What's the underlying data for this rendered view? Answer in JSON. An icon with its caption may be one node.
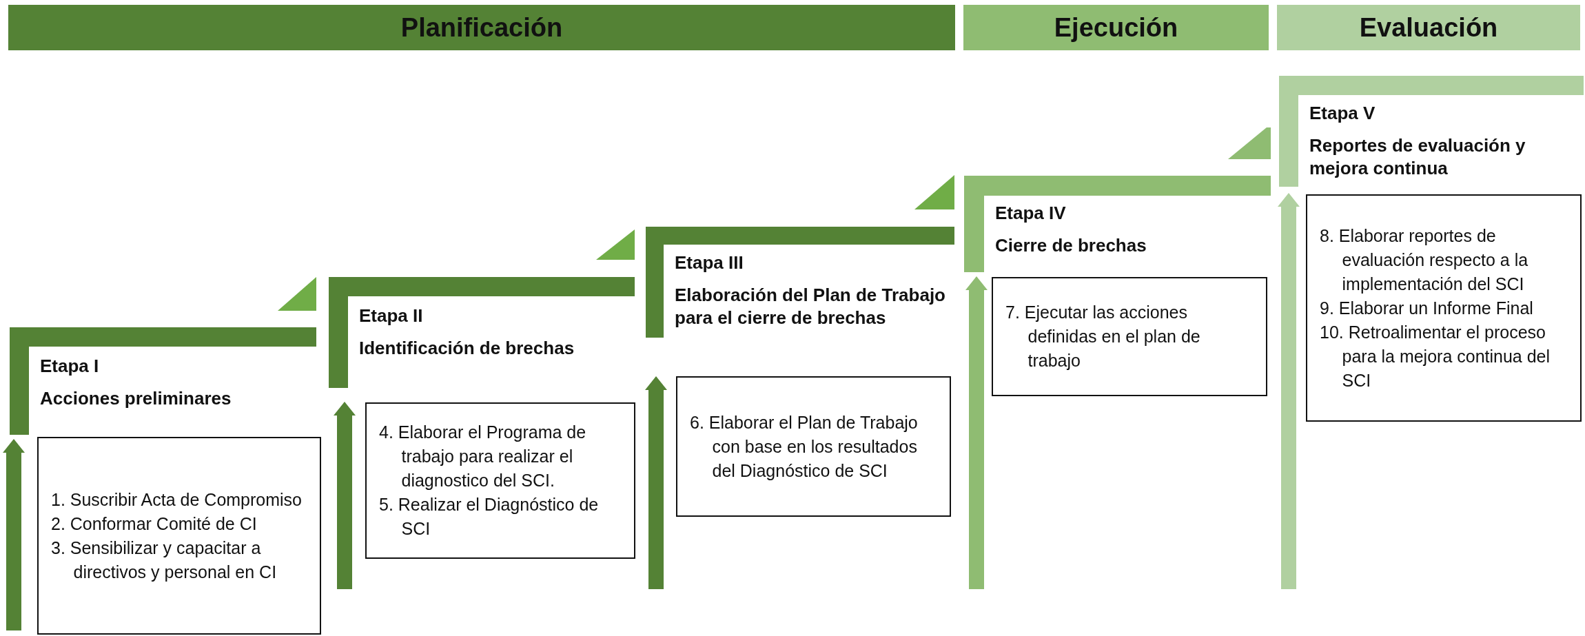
{
  "diagram": {
    "nodes": [
      {
        "text": [
          "Planificación"
        ]
      },
      {
        "text": [
          "Ejecución"
        ]
      },
      {
        "text": [
          "Evaluación"
        ]
      },
      {
        "text": [
          "Etapa I",
          "Acciones preliminares"
        ]
      },
      {
        "text": [
          "1. Suscribir Acta de Compromiso",
          "2. Conformar Comité de CI",
          "3. Sensibilizar y capacitar a directivos y personal en CI"
        ]
      },
      {
        "text": [
          "Etapa II",
          "Identificación de brechas"
        ]
      },
      {
        "text": [
          "4. Elaborar el Programa de trabajo para realizar el diagnostico del SCI.",
          "5. Realizar el Diagnóstico de SCI"
        ]
      },
      {
        "text": [
          "Etapa III",
          "Elaboración del Plan de Trabajo para el cierre de brechas"
        ]
      },
      {
        "text": [
          "6. Elaborar el Plan de Trabajo con base en los resultados del Diagnóstico de SCI"
        ]
      },
      {
        "text": [
          "Etapa IV",
          "Cierre de brechas"
        ]
      },
      {
        "text": [
          "7. Ejecutar las acciones definidas en el plan de trabajo"
        ]
      },
      {
        "text": [
          "Etapa V",
          "Reportes de evaluación y mejora continua"
        ]
      },
      {
        "text": [
          "8. Elaborar reportes de evaluación respecto a la implementación del SCI",
          "9. Elaborar un Informe Final",
          "10. Retroalimentar el proceso para la mejora continua del SCI"
        ]
      }
    ],
    "edges": [
      {
        "from": null,
        "to": 3,
        "arrow": "to"
      },
      {
        "from": null,
        "to": 5,
        "arrow": "to"
      },
      {
        "from": null,
        "to": 7,
        "arrow": "to"
      },
      {
        "from": null,
        "to": 9,
        "arrow": "to",
        "color": "#8fbc72"
      },
      {
        "from": null,
        "to": 11,
        "arrow": "to",
        "color": "#b0d0a0"
      }
    ]
  }
}
